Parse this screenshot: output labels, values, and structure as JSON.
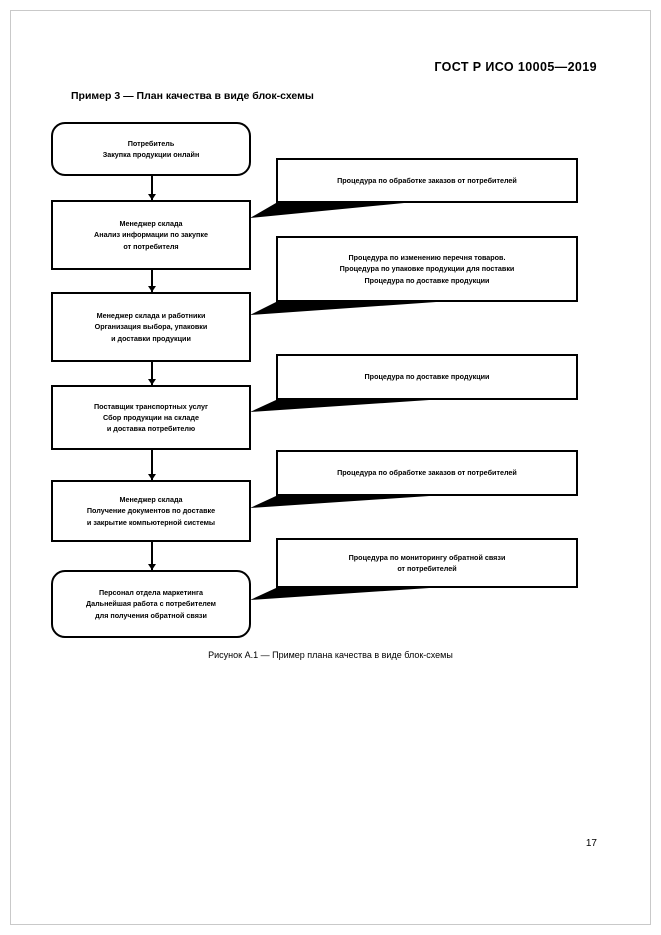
{
  "document": {
    "header": "ГОСТ Р ИСО 10005—2019",
    "example_title": "Пример 3 — План качества в виде блок-схемы",
    "caption": "Рисунок А.1 — Пример плана качества в виде блок-схемы",
    "page_number": "17"
  },
  "flow_steps": [
    {
      "role": "Потребитель",
      "line2": "Закупка продукции онлайн",
      "line3": ""
    },
    {
      "role": "Менеджер склада",
      "line2": "Анализ информации по закупке",
      "line3": "от потребителя"
    },
    {
      "role": "Менеджер склада и работники",
      "line2": "Организация выбора, упаковки",
      "line3": "и доставки продукции"
    },
    {
      "role": "Поставщик транспортных услуг",
      "line2": "Сбор продукции на складе",
      "line3": "и доставка потребителю"
    },
    {
      "role": "Менеджер склада",
      "line2": "Получение документов по доставке",
      "line3": "и закрытие компьютерной системы"
    },
    {
      "role": "Персонал отдела маркетинга",
      "line2": "Дальнейшая работа с потребителем",
      "line3": "для получения обратной связи"
    }
  ],
  "procedures": [
    {
      "line1": "Процедура по обработке заказов от потребителей",
      "line2": "",
      "line3": ""
    },
    {
      "line1": "Процедура по изменению перечня товаров.",
      "line2": "Процедура по упаковке продукции для поставки",
      "line3": "Процедура по доставке продукции"
    },
    {
      "line1": "Процедура по доставке продукции",
      "line2": "",
      "line3": ""
    },
    {
      "line1": "Процедура по обработке заказов от потребителей",
      "line2": "",
      "line3": ""
    },
    {
      "line1": "Процедура по мониторингу обратной связи",
      "line2": "от потребителей",
      "line3": ""
    }
  ]
}
